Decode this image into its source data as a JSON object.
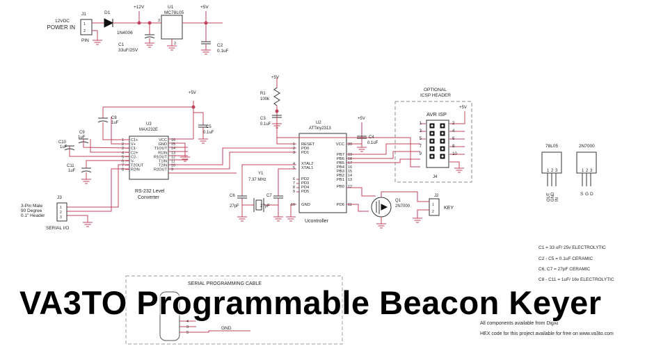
{
  "title": "VA3TO Programmable Beacon Keyer",
  "power": {
    "label1": "12VDC",
    "label2": "POWER IN",
    "j1": "J1",
    "pin": "PIN",
    "d1": "D1",
    "d1_part": "1N4006",
    "vplus12": "+12V",
    "u1": "U1",
    "u1_part": "MC78L05",
    "vplus5": "+5V",
    "c1": "C1",
    "c1_val": "33uF/25V",
    "c2": "C2",
    "c2_val": "0.1uF"
  },
  "max232": {
    "ref": "U3",
    "part": "MAX232E",
    "caption1": "RS-232 Level",
    "caption2": "Converter",
    "pins_left": [
      "C1+",
      "V+",
      "C1-",
      "C2+",
      "C2-",
      "V-",
      "T2OUT",
      "R2IN"
    ],
    "pins_right": [
      "VCC",
      "GND",
      "T1OUT",
      "R1IN",
      "R1OUT",
      "T1IN",
      "T2IN",
      "R2OUT"
    ],
    "nums_left": [
      "1",
      "2",
      "3",
      "4",
      "5",
      "6",
      "7",
      "8"
    ],
    "nums_right": [
      "16",
      "15",
      "14",
      "13",
      "12",
      "11",
      "10",
      "9"
    ],
    "c8": "C8",
    "c8_val": "1uF",
    "c9": "C9",
    "c9_val": "1uF",
    "c10": "C10",
    "c10_val": "1uF",
    "c11": "C11",
    "c11_val": "1uF",
    "c5": "C5",
    "c5_val": "0.1uF",
    "vplus5": "+5V"
  },
  "j3": {
    "ref": "J3",
    "desc1": "3-Pin Male",
    "desc2": "90 Degree",
    "desc3": "0.1\" Header",
    "label": "SERIAL I/O"
  },
  "attiny": {
    "ref": "U2",
    "part": "ATTiny2313",
    "caption": "Ucontroller",
    "pins_left": [
      "RESET",
      "PD0",
      "PD1",
      "XTAL2",
      "XTAL1",
      "PD2",
      "PD3",
      "PD4",
      "PD5",
      "GND"
    ],
    "nums_left": [
      "1",
      "2",
      "3",
      "4",
      "5",
      "6",
      "7",
      "8",
      "9",
      "10"
    ],
    "pins_right": [
      "VCC",
      "PB7",
      "PB6",
      "PB5",
      "PB4",
      "PB3",
      "PB2",
      "PB1",
      "PB0",
      "PD6"
    ],
    "nums_right": [
      "20",
      "19",
      "18",
      "17",
      "16",
      "15",
      "14",
      "13",
      "12",
      "11"
    ],
    "r1": "R1",
    "r1_val": "100k",
    "c3": "C3",
    "c3_val": "0.1uF",
    "c4": "C4",
    "c4_val": "0.1uF",
    "y1": "Y1",
    "y1_val": "7.37 MHz",
    "c6": "C6",
    "c6_val": "27pF",
    "c7": "C7",
    "c7_val": "27pF",
    "vplus5a": "+5V",
    "vplus5b": "+5V"
  },
  "isp": {
    "title1": "OPTIONAL",
    "title2": "ICSP HEADER",
    "name": "AVR ISP",
    "ref": "J4",
    "left_nums": [
      "1",
      "3",
      "5",
      "7",
      "9"
    ],
    "right_nums": [
      "2",
      "4",
      "6",
      "8",
      "10"
    ],
    "vplus5": "+5V"
  },
  "key": {
    "q1": "Q1",
    "q1_part": "2N7000",
    "j2": "J2",
    "key_label": "KEY"
  },
  "packages": {
    "reg": "78L05",
    "fet": "2N7000",
    "reg_pins": [
      "OUT",
      "GND",
      "IN"
    ],
    "fet_pins": [
      "S",
      "G",
      "D"
    ],
    "nums": [
      "1",
      "2",
      "3"
    ]
  },
  "notes": [
    "C1 = 33 uF/ 25v  ELECTROLYTIC",
    "C2 - C5 = 0.1uF CERAMIC",
    "C6, C7 = 27pF CERAMIC",
    "C8 - C11 = 1uF/ 16v  ELECTROLYTIC"
  ],
  "footer": [
    "All components available from Digiki",
    "HEX code for this project available for free on www.va3to.com"
  ],
  "cable": {
    "title": "SERIAL PROGRAMMING CABLE",
    "gnd": "GND",
    "pins": [
      "4",
      "9",
      "5"
    ]
  },
  "colors": {
    "wire": "#c0405a",
    "ink": "#222222",
    "gnd": "#c0405a"
  }
}
